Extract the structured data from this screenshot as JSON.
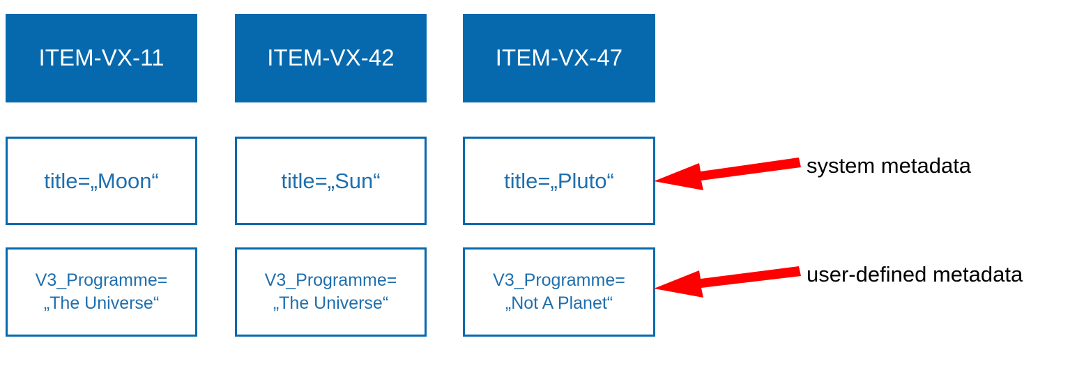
{
  "diagram": {
    "columns": [
      {
        "item_id": "ITEM-VX-11",
        "system_metadata": "title=„Moon“",
        "user_metadata": "V3_Programme=\n„The Universe“"
      },
      {
        "item_id": "ITEM-VX-42",
        "system_metadata": "title=„Sun“",
        "user_metadata": "V3_Programme=\n„The Universe“"
      },
      {
        "item_id": "ITEM-VX-47",
        "system_metadata": "title=„Pluto“",
        "user_metadata": "V3_Programme=\n„Not A Planet“"
      }
    ],
    "annotations": [
      {
        "label": "system metadata"
      },
      {
        "label": "user-defined metadata"
      }
    ],
    "colors": {
      "item_fill": "#0669ae",
      "item_text": "#ffffff",
      "box_border": "#0669ae",
      "box_text": "#1f6fad",
      "arrow": "#ff0000",
      "annotation_text": "#000000",
      "background": "#ffffff"
    }
  }
}
